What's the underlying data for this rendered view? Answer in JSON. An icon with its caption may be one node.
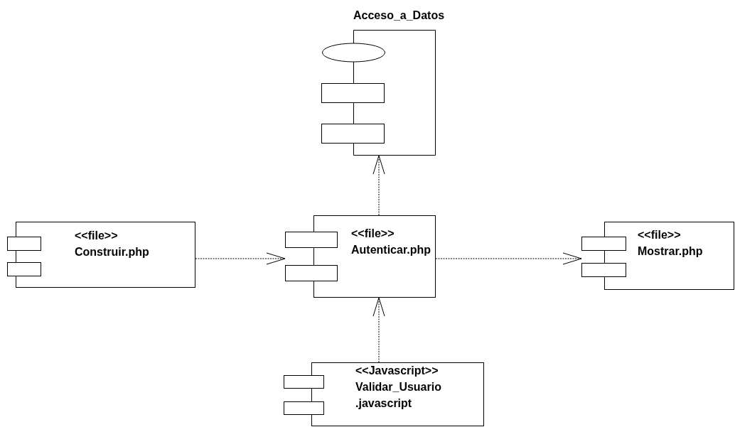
{
  "diagram": {
    "nodes": [
      {
        "text": [
          "Acceso_a_Datos"
        ]
      },
      {
        "text": [
          "<<file>>",
          "Construir.php"
        ]
      },
      {
        "text": [
          "<<file>>",
          "Autenticar.php"
        ]
      },
      {
        "text": [
          "<<file>>",
          "Mostrar.php"
        ]
      },
      {
        "text": [
          "<<Javascript>>",
          "Validar_Usuario .javascript"
        ]
      }
    ],
    "edges": [
      {
        "from": 1,
        "to": 2,
        "arrow": "to",
        "style": "dashed"
      },
      {
        "from": 2,
        "to": 3,
        "arrow": "to",
        "style": "dashed"
      },
      {
        "from": 4,
        "to": 2,
        "arrow": "to",
        "style": "dashed"
      },
      {
        "from": 2,
        "to": 0,
        "arrow": "to",
        "style": "dashed"
      }
    ]
  }
}
